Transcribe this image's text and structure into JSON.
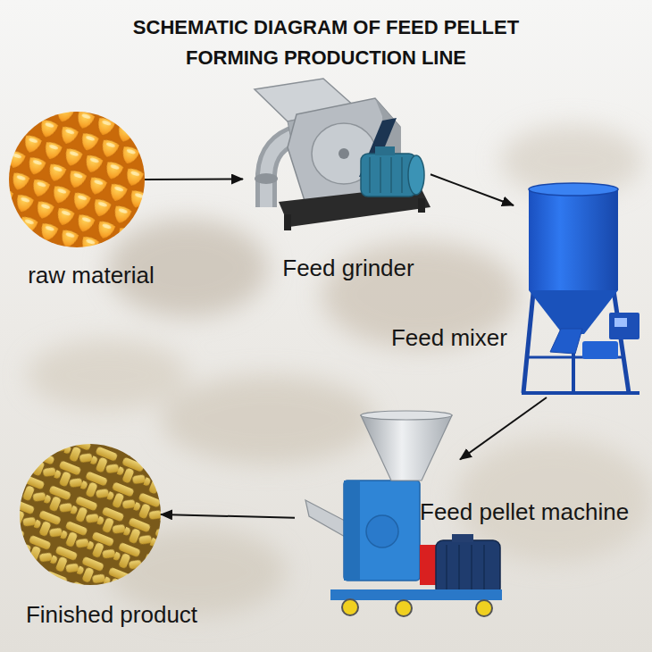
{
  "diagram": {
    "title": "SCHEMATIC DIAGRAM OF FEED PELLET FORMING PRODUCTION LINE",
    "nodes": [
      {
        "text": [
          "raw material"
        ]
      },
      {
        "text": [
          "Feed grinder"
        ]
      },
      {
        "text": [
          "Feed mixer"
        ]
      },
      {
        "text": [
          "Feed pellet machine"
        ]
      },
      {
        "text": [
          "Finished product"
        ]
      }
    ],
    "edges": [
      {
        "from": 0,
        "to": 1,
        "arrow": "to"
      },
      {
        "from": 1,
        "to": 2,
        "arrow": "to"
      },
      {
        "from": 2,
        "to": 3,
        "arrow": "to"
      },
      {
        "from": 3,
        "to": 4,
        "arrow": "to"
      }
    ]
  }
}
